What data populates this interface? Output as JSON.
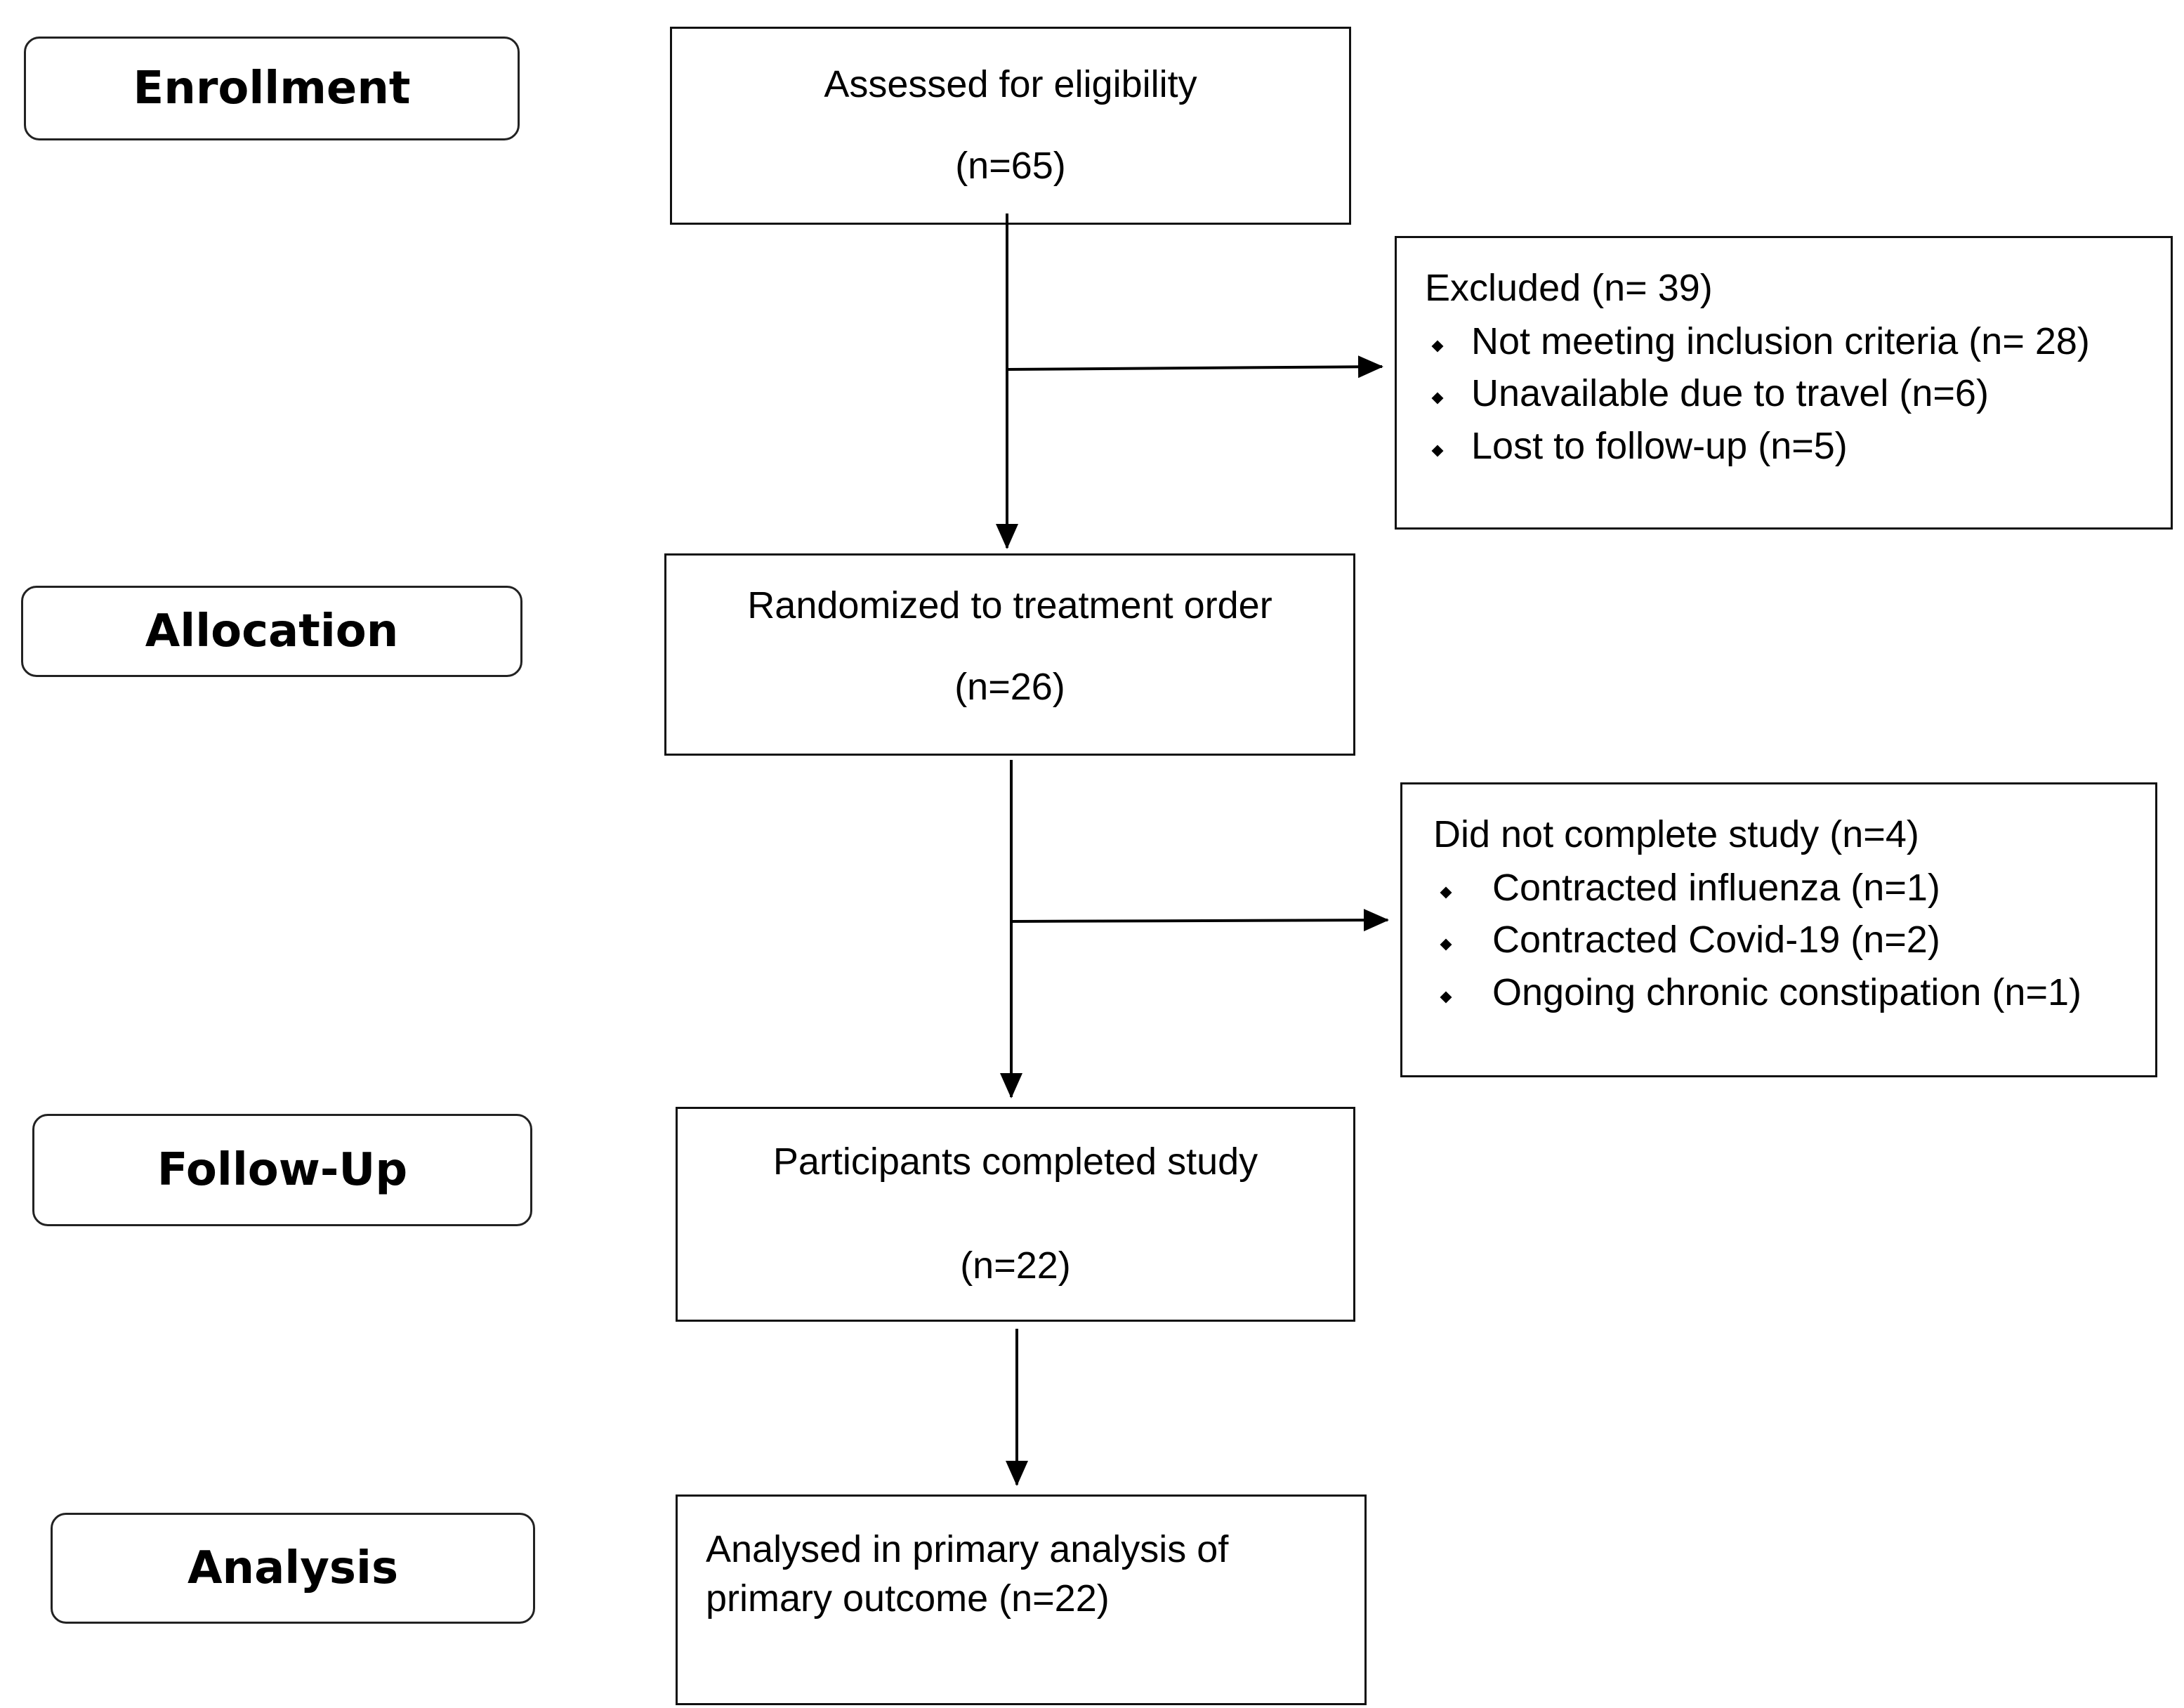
{
  "phases": {
    "enrollment": "Enrollment",
    "allocation": "Allocation",
    "followup": "Follow-Up",
    "analysis": "Analysis"
  },
  "assessed": {
    "title": "Assessed for eligibility",
    "count": "(n=65)"
  },
  "excluded": {
    "heading": "Excluded (n= 39)",
    "items": [
      "Not meeting inclusion criteria (n= 28)",
      "Unavailable due to travel (n=6)",
      "Lost to follow-up (n=5)"
    ]
  },
  "randomized": {
    "title": "Randomized to treatment order",
    "count": "(n=26)"
  },
  "dropout": {
    "heading": "Did not complete study (n=4)",
    "items": [
      "Contracted influenza (n=1)",
      "Contracted Covid-19 (n=2)",
      "Ongoing chronic constipation (n=1)"
    ]
  },
  "completed": {
    "title": "Participants completed study",
    "count": "(n=22)"
  },
  "analysed": {
    "line1": "Analysed in primary analysis of",
    "line2": "primary outcome (n=22)"
  }
}
